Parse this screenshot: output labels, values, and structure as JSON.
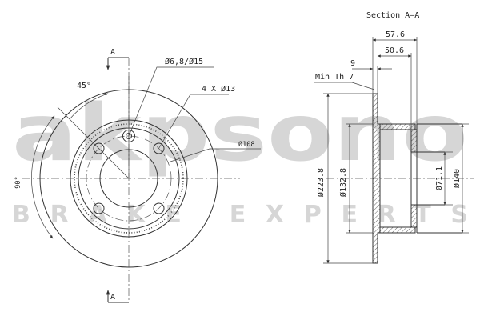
{
  "watermark": {
    "brand": "akpsono",
    "tagline": "BRAKE EXPERTS",
    "color": "#cfcfcf"
  },
  "front_view": {
    "section_mark_top": "A",
    "section_mark_bottom": "A",
    "angle_label": "45°",
    "right_angle_label": "90°",
    "hole_label": "Ø6,8/Ø15",
    "bolt_label": "4 X Ø13",
    "pcd_label": "Ø108"
  },
  "section_view": {
    "title": "Section A–A",
    "min_thickness": "Min Th 7",
    "dims": {
      "overall_height": "57.6",
      "hat_height": "50.6",
      "thickness": "9",
      "outer_diameter": "Ø223.8",
      "inner_diameter": "Ø132.8",
      "center_bore": "Ø71.1",
      "hat_diameter": "Ø140"
    }
  }
}
